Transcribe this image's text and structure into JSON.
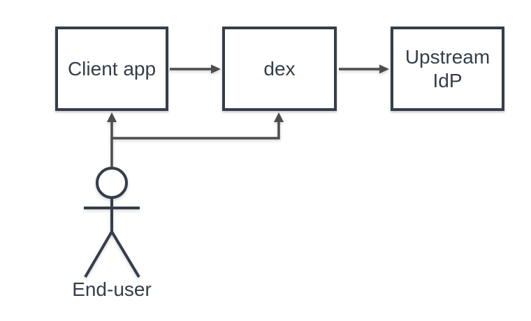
{
  "diagram": {
    "background_color": "#ffffff",
    "colors": {
      "node_border": "#343E4A",
      "node_fill": "#ffffff",
      "edge": "#4D4D4D",
      "text": "#343E4A"
    },
    "nodes": [
      {
        "id": "client-app",
        "label": "Client app"
      },
      {
        "id": "dex",
        "label": "dex"
      },
      {
        "id": "upstream-idp",
        "lines": [
          "Upstream",
          "IdP"
        ]
      }
    ],
    "actor": {
      "id": "end-user",
      "label": "End-user"
    },
    "edges": [
      {
        "from": "Client app",
        "to": "dex"
      },
      {
        "from": "dex",
        "to": "Upstream IdP"
      },
      {
        "from": "End-user",
        "to": "Client app"
      },
      {
        "from": "End-user",
        "to": "dex"
      }
    ]
  }
}
